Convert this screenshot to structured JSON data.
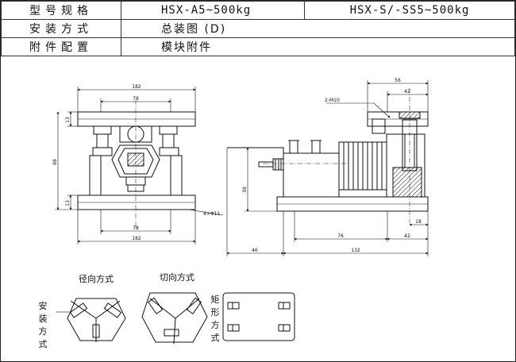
{
  "spec_table": {
    "rows": [
      {
        "label": "型号规格",
        "values": [
          "HSX-A5~500kg",
          "HSX-S/-SS5~500kg"
        ]
      },
      {
        "label": "安装方式",
        "values": [
          "总装图 (D)"
        ]
      },
      {
        "label": "附件配置",
        "values": [
          "模块附件"
        ]
      }
    ]
  },
  "front_view": {
    "top_width": "182",
    "inner_width": "78",
    "left_height_top": "13",
    "total_height": "88",
    "left_height_bottom": "13",
    "hole_callout": "4×Φ11",
    "bottom_inner_width": "78",
    "bottom_width": "182"
  },
  "side_view": {
    "width_top": "56",
    "width_inner": "42",
    "thread_callout": "2-M10",
    "height_39": "39",
    "dim_18": "18",
    "dim_76": "76",
    "dim_42": "42",
    "dim_46": "46",
    "dim_132": "132"
  },
  "install": {
    "radial_title": "径向方式",
    "tangential_title": "切向方式",
    "side_label": "安装方式",
    "rect_label": "矩形方式"
  }
}
